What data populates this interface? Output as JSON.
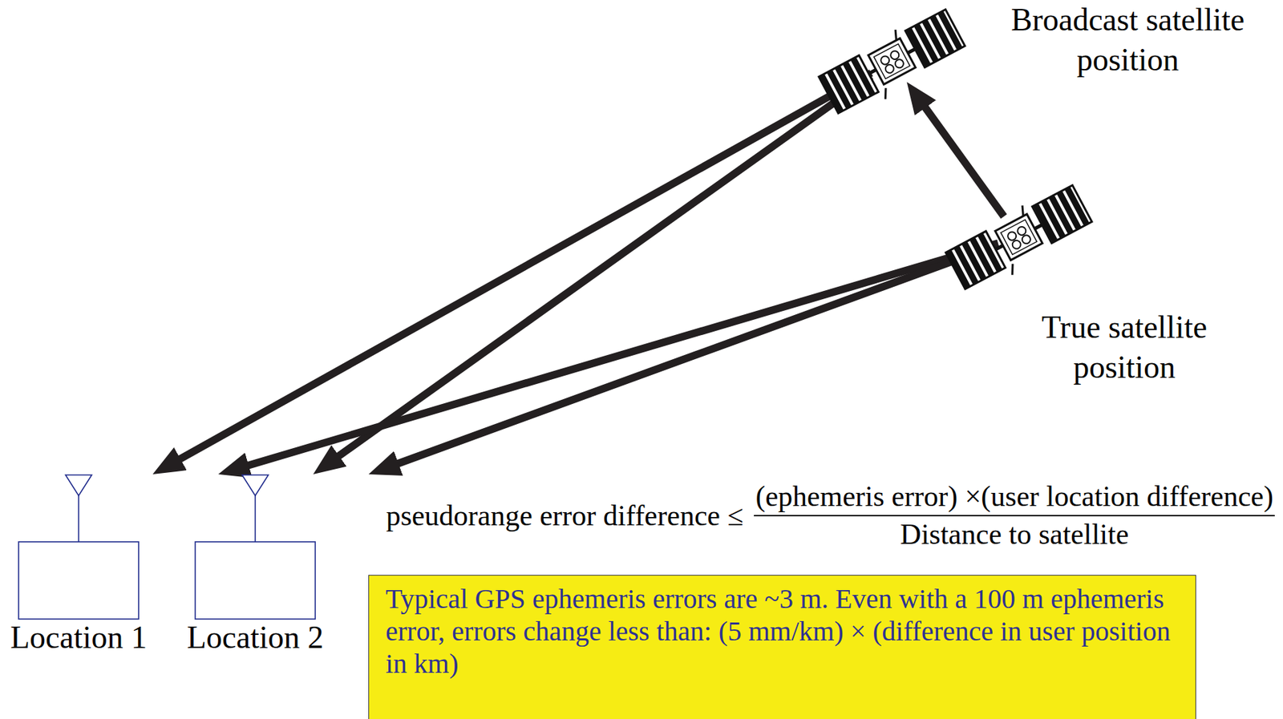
{
  "diagram": {
    "nodes": [
      {
        "text": [
          "Broadcast satellite position"
        ]
      },
      {
        "text": [
          "True satellite position"
        ]
      },
      {
        "text": [
          "Location 1"
        ]
      },
      {
        "text": [
          "Location 2"
        ]
      },
      {
        "text": [
          "Typical GPS ephemeris errors are ~3 m. Even with a 100 m ephemeris error, errors change less than: (5 mm/km) × (difference in user position in km)"
        ]
      }
    ],
    "edges": [
      {
        "from": 0,
        "to": 2,
        "arrow": "to"
      },
      {
        "from": 0,
        "to": 3,
        "arrow": "to"
      },
      {
        "from": 1,
        "to": 2,
        "arrow": "to"
      },
      {
        "from": 1,
        "to": 3,
        "arrow": "to"
      },
      {
        "from": 1,
        "to": 0,
        "arrow": "to"
      }
    ],
    "labels": [
      "pseudorange error difference ≤",
      "(ephemeris error) ×(user location difference)",
      "Distance to satellite"
    ]
  }
}
